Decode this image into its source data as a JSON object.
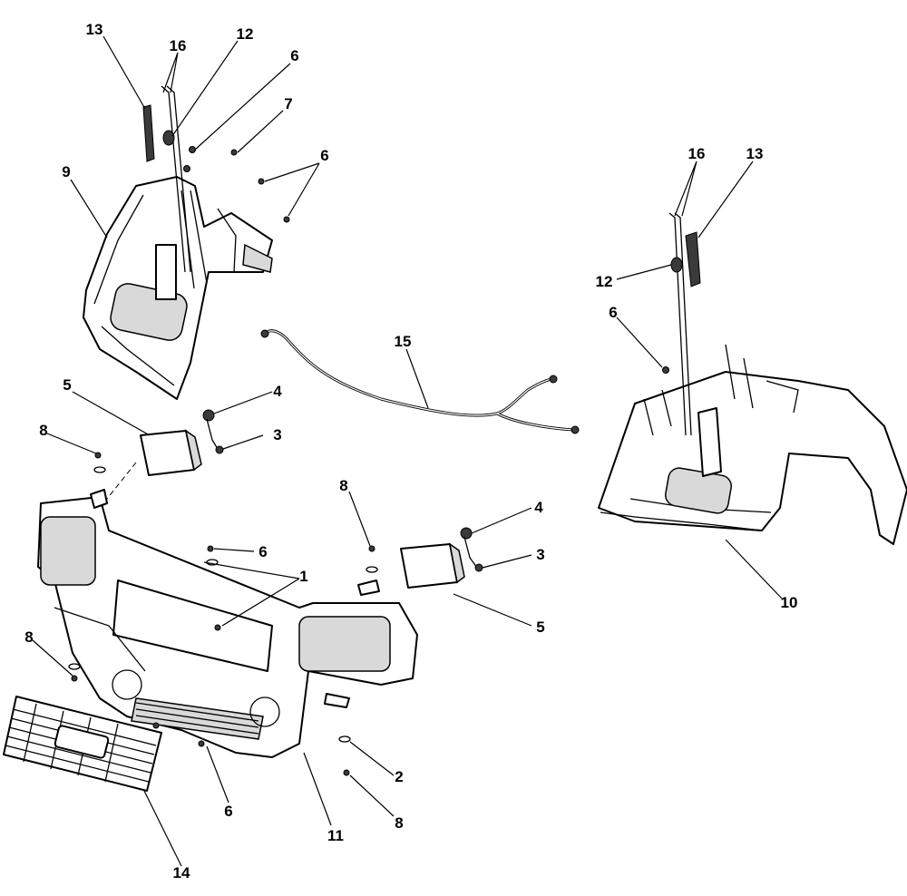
{
  "callouts": [
    {
      "label": "13"
    },
    {
      "label": "16"
    },
    {
      "label": "12"
    },
    {
      "label": "6"
    },
    {
      "label": "7"
    },
    {
      "label": "6"
    },
    {
      "label": "9"
    },
    {
      "label": "16"
    },
    {
      "label": "13"
    },
    {
      "label": "12"
    },
    {
      "label": "6"
    },
    {
      "label": "15"
    },
    {
      "label": "5"
    },
    {
      "label": "4"
    },
    {
      "label": "3"
    },
    {
      "label": "8"
    },
    {
      "label": "8"
    },
    {
      "label": "4"
    },
    {
      "label": "6"
    },
    {
      "label": "1"
    },
    {
      "label": "3"
    },
    {
      "label": "5"
    },
    {
      "label": "10"
    },
    {
      "label": "8"
    },
    {
      "label": "2"
    },
    {
      "label": "6"
    },
    {
      "label": "11"
    },
    {
      "label": "8"
    },
    {
      "label": "14"
    }
  ]
}
